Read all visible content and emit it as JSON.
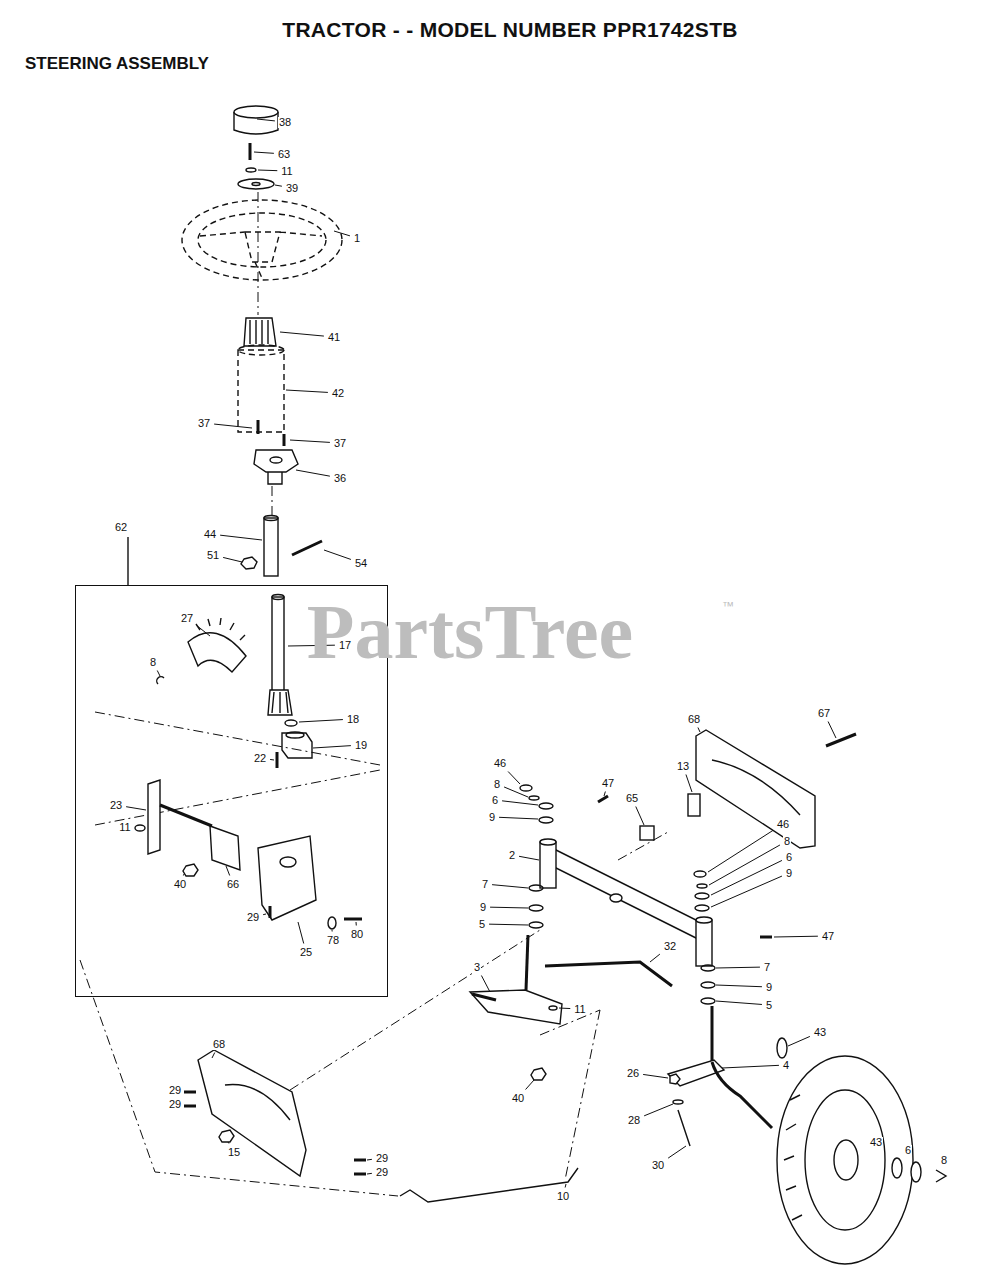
{
  "diagram": {
    "title": "TRACTOR - - MODEL NUMBER PPR1742STB",
    "nodes": [
      {
        "text": [
          "62"
        ]
      }
    ],
    "labels": [
      "STEERING ASSEMBLY",
      "38",
      "63",
      "11",
      "39",
      "1",
      "41",
      "42",
      "37",
      "37",
      "36",
      "44",
      "51",
      "54",
      "27",
      "17",
      "8",
      "18",
      "19",
      "22",
      "23",
      "11",
      "40",
      "66",
      "29",
      "78",
      "80",
      "25",
      "68",
      "29",
      "29",
      "15",
      "29",
      "29",
      "10",
      "46",
      "8",
      "6",
      "9",
      "47",
      "65",
      "13",
      "68",
      "67",
      "2",
      "46",
      "8",
      "6",
      "9",
      "47",
      "7",
      "9",
      "5",
      "3",
      "32",
      "11",
      "7",
      "9",
      "5",
      "40",
      "26",
      "4",
      "43",
      "28",
      "30",
      "43",
      "6",
      "8",
      "PartsTree",
      "™"
    ]
  }
}
